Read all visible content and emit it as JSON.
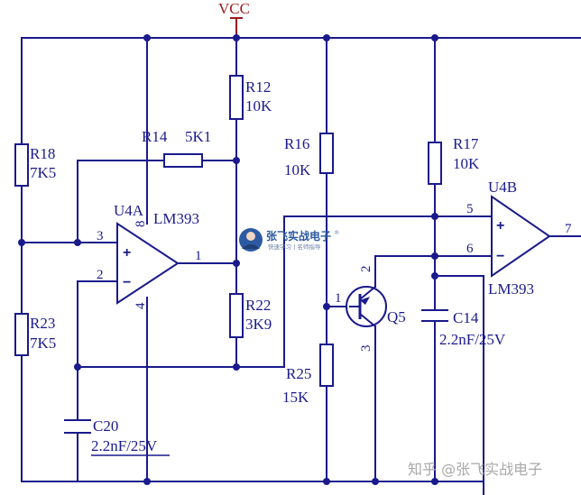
{
  "power": {
    "vcc_label": "VCC"
  },
  "opamps": {
    "u4a": {
      "designator": "U4A",
      "part": "LM393",
      "pin_plus": "3",
      "pin_minus": "2",
      "pin_out": "1",
      "pin_vcc": "8",
      "pin_gnd": "4",
      "sign_plus": "+",
      "sign_minus": "−"
    },
    "u4b": {
      "designator": "U4B",
      "part": "LM393",
      "pin_plus": "5",
      "pin_minus": "6",
      "pin_out": "7",
      "sign_plus": "+",
      "sign_minus": "−"
    }
  },
  "resistors": {
    "r12": {
      "ref": "R12",
      "value": "10K"
    },
    "r14": {
      "ref": "R14",
      "value": "5K1"
    },
    "r16": {
      "ref": "R16",
      "value": "10K"
    },
    "r17": {
      "ref": "R17",
      "value": "10K"
    },
    "r18": {
      "ref": "R18",
      "value": "7K5"
    },
    "r22": {
      "ref": "R22",
      "value": "3K9"
    },
    "r23": {
      "ref": "R23",
      "value": "7K5"
    },
    "r25": {
      "ref": "R25",
      "value": "15K"
    }
  },
  "capacitors": {
    "c14": {
      "ref": "C14",
      "value": "2.2nF/25V"
    },
    "c20": {
      "ref": "C20",
      "value": "2.2nF/25V"
    }
  },
  "transistor": {
    "ref": "Q5",
    "pin_base": "1",
    "pin_collector": "2",
    "pin_emitter": "3"
  },
  "brand_badge": {
    "title": "张飞实战电子",
    "reg": "®",
    "subtitle": "快速学习 | 名师指导"
  },
  "watermark": {
    "text": "知乎 @张飞实战电子"
  }
}
